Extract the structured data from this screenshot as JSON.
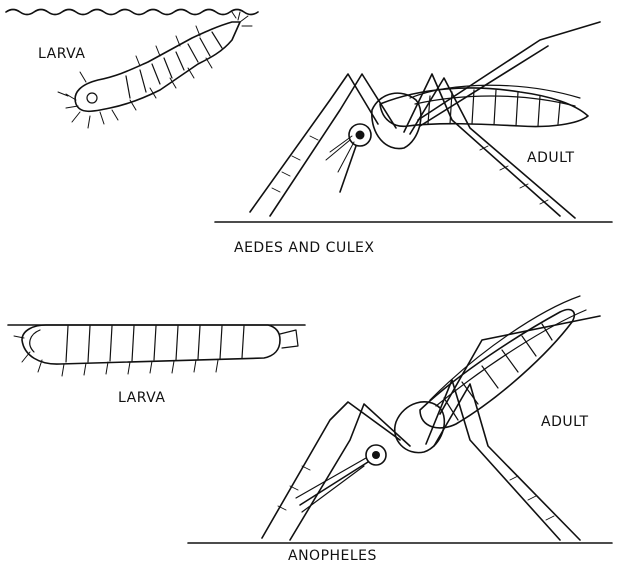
{
  "panels": [
    {
      "caption": "AEDES AND CULEX",
      "larva_label": "LARVA",
      "adult_label": "ADULT"
    },
    {
      "caption": "ANOPHELES",
      "larva_label": "LARVA",
      "adult_label": "ADULT"
    }
  ]
}
